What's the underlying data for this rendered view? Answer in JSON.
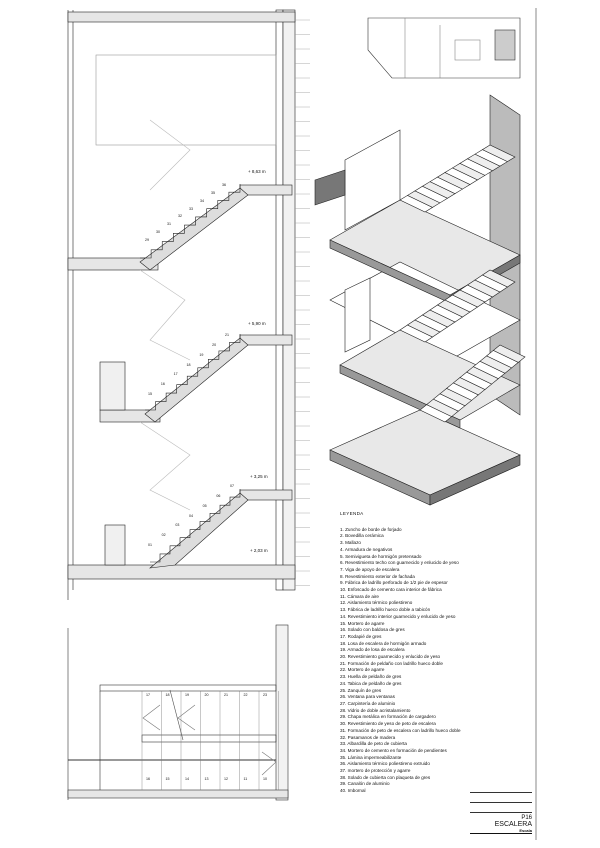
{
  "section": {
    "levels": [
      "+ 8,63 m",
      "+ 5,90 m",
      "+ 3,25 m",
      "+ 2,03 m"
    ],
    "step_labels_top": [
      "29",
      "30",
      "31",
      "32",
      "33",
      "34",
      "35",
      "36"
    ],
    "step_labels_mid": [
      "15",
      "16",
      "17",
      "18",
      "19",
      "20",
      "21"
    ],
    "step_labels_low": [
      "01",
      "02",
      "03",
      "04",
      "05",
      "06",
      "07"
    ]
  },
  "plan": {
    "top_numbers": [
      "17",
      "18",
      "19",
      "20",
      "21",
      "22",
      "23"
    ],
    "bottom_numbers": [
      "16",
      "15",
      "14",
      "13",
      "12",
      "11",
      "10"
    ]
  },
  "legend": {
    "title": "LEYENDA",
    "items": [
      "1. Zuncho de borde de forjado",
      "2. Bovedilla cerámica",
      "3. Mallazo",
      "4. Armadura de negativos",
      "5. Semivigueta de hormigón pretensado",
      "6. Revestimiento techo con guarnecido y enlucido de yeso",
      "7. Viga de apoyo de escalera",
      "8. Revestimiento exterior de fachada",
      "9. Fábrica de ladrillo perforado de 1/2 pie de espesor",
      "10. Enfoscado de cemento cara interior de fábrica",
      "11. Cámara de aire",
      "12. Aislamiento térmico poliestireno",
      "13. Fábrica de ladrillo hueco doble a tabicón",
      "14. Revestimiento interior guarnecido y enlucido de yeso",
      "15. Mortero de agarre",
      "16. Solado con baldosa de gres",
      "17. Rodapié de gres",
      "18. Losa de escalera de hormigón armado",
      "19. Armado de losa de escalera",
      "20. Revestimiento guarnecido y enlucido de yeso",
      "21. Formación de peldaño con ladrillo hueco doble",
      "22. Mortero de agarre",
      "23. Huella de peldaño de gres",
      "24. Tabica de peldaño de gres",
      "25. Zanquín de gres",
      "26. Ventana para ventanas",
      "27. Carpintería de aluminio",
      "28. Vidrio de doble acristalamiento",
      "29. Chapa metálica en formación de cargadero",
      "30. Revestimiento de yeso de peto de escalera",
      "31. Formación de peto de escalera con ladrillo hueco doble",
      "32. Pasamanos de madera",
      "33. Albardilla de peto de cubierta",
      "34. Mortero de cemento en formación de pendientes",
      "35. Lámina impermeabilizante",
      "36. Aislamiento térmico poliestireno extruido",
      "37. mortero de protección y agarre",
      "38. Solado de cubierta con plaqueta de gres",
      "39. Canalón de aluminio",
      "40. Imbornal"
    ]
  },
  "title_block": {
    "sheet_number": "P16",
    "title": "ESCALERA",
    "scale_label": "Escala"
  }
}
